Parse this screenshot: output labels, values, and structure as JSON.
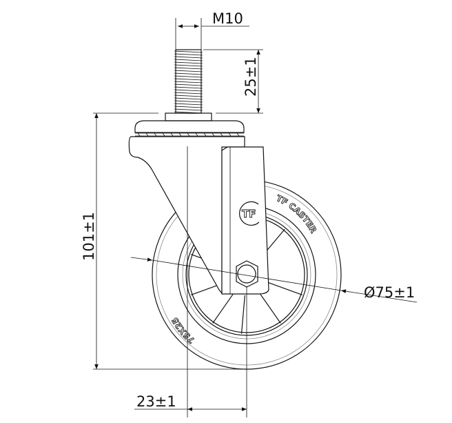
{
  "drawing": {
    "dimensions": {
      "thread": "M10",
      "stem_length": "25±1",
      "total_height": "101±1",
      "offset": "23±1",
      "wheel_diameter": "Ø75±1"
    },
    "wheel_marking": {
      "brand": "TF CASTER",
      "size": "75X25"
    },
    "logo_text": "TF",
    "colors": {
      "line": "#111111",
      "background": "#ffffff"
    }
  }
}
